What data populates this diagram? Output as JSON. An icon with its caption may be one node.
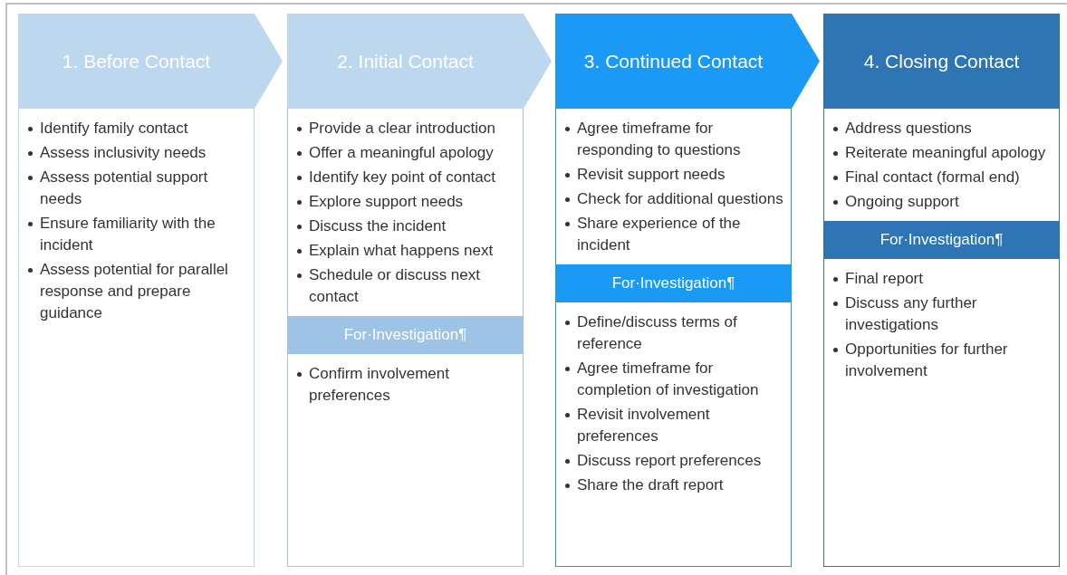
{
  "diagram": {
    "nodes": [
      {
        "text": [
          "1. Before Contact"
        ]
      },
      {
        "text": [
          "Identify family contact",
          "Assess inclusivity needs",
          "Assess potential support needs",
          "Ensure familiarity with the incident",
          "Assess potential for parallel response and prepare guidance"
        ]
      },
      {
        "text": [
          "2. Initial Contact"
        ]
      },
      {
        "text": [
          "Provide a clear introduction",
          "Offer a meaningful apology",
          "Identify key point of contact",
          "Explore support needs",
          "Discuss the incident",
          "Explain what happens next",
          "Schedule or discuss next contact"
        ]
      },
      {
        "in": 3,
        "text": [
          "For·Investigation¶"
        ],
        "beside": [
          "Confirm involvement preferences"
        ]
      },
      {
        "text": [
          "3. Continued Contact"
        ]
      },
      {
        "text": [
          "Agree timeframe for responding to questions",
          "Revisit support needs",
          "Check for additional questions",
          "Share experience of the incident"
        ]
      },
      {
        "in": 6,
        "text": [
          "For·Investigation¶"
        ],
        "beside": [
          "Define/discuss terms of reference",
          "Agree timeframe for completion of investigation",
          "Revisit involvement preferences",
          "Discuss report preferences",
          "Share the draft report"
        ]
      },
      {
        "text": [
          "4. Closing Contact"
        ]
      },
      {
        "text": [
          "Address questions",
          "Reiterate meaningful apology",
          "Final contact (formal end)",
          "Ongoing support"
        ]
      },
      {
        "in": 9,
        "text": [
          "For·Investigation¶"
        ],
        "beside": [
          "Final report",
          "Discuss any further investigations",
          "Opportunities for further involvement"
        ]
      }
    ]
  }
}
